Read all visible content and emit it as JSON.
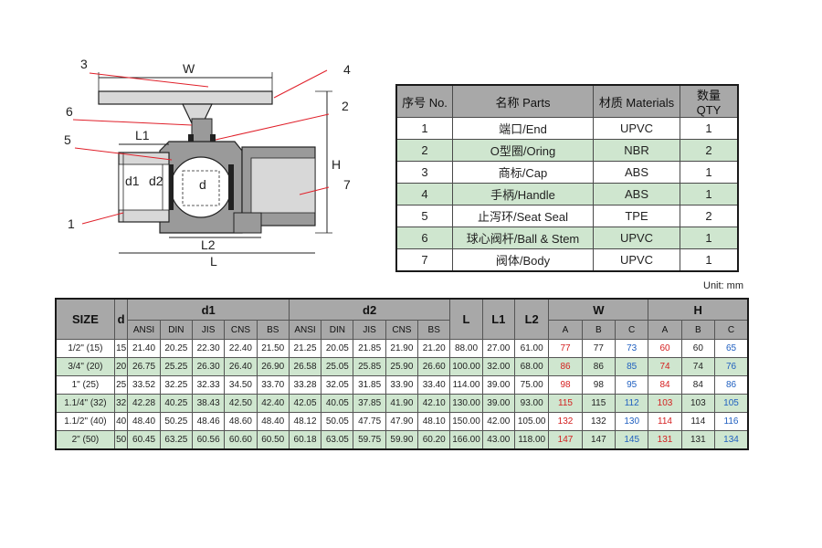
{
  "drawing": {
    "callouts": [
      "1",
      "2",
      "3",
      "4",
      "5",
      "6",
      "7"
    ],
    "dims": {
      "w": "W",
      "h": "H",
      "l": "L",
      "l1": "L1",
      "l2": "L2",
      "d": "d",
      "d1": "d1",
      "d2": "d2"
    },
    "colors": {
      "leader": "#e0202a",
      "line": "#222222",
      "body": "#9a9a9a",
      "body_light": "#d8d8d8"
    }
  },
  "parts_table": {
    "headers": [
      "序号 No.",
      "名称 Parts",
      "材质 Materials",
      "数量 QTY"
    ],
    "rows": [
      {
        "no": "1",
        "name": "端口/End",
        "material": "UPVC",
        "qty": "1"
      },
      {
        "no": "2",
        "name": "O型圈/Oring",
        "material": "NBR",
        "qty": "2"
      },
      {
        "no": "3",
        "name": "商标/Cap",
        "material": "ABS",
        "qty": "1"
      },
      {
        "no": "4",
        "name": "手柄/Handle",
        "material": "ABS",
        "qty": "1"
      },
      {
        "no": "5",
        "name": "止泻环/Seat Seal",
        "material": "TPE",
        "qty": "2"
      },
      {
        "no": "6",
        "name": "球心阀杆/Ball & Stem",
        "material": "UPVC",
        "qty": "1"
      },
      {
        "no": "7",
        "name": "阀体/Body",
        "material": "UPVC",
        "qty": "1"
      }
    ]
  },
  "unit_note": "Unit: mm",
  "size_table": {
    "group_headers": {
      "size": "SIZE",
      "d": "d",
      "d1": "d1",
      "d2": "d2",
      "l": "L",
      "l1": "L1",
      "l2": "L2",
      "w": "W",
      "h": "H"
    },
    "standards": [
      "ANSI",
      "DIN",
      "JIS",
      "CNS",
      "BS"
    ],
    "wh_sub": [
      "A",
      "B",
      "C"
    ],
    "rows": [
      {
        "size": "1/2\" (15)",
        "d": "15",
        "d1": [
          "21.40",
          "20.25",
          "22.30",
          "22.40",
          "21.50"
        ],
        "d2": [
          "21.25",
          "20.05",
          "21.85",
          "21.90",
          "21.20"
        ],
        "l": "88.00",
        "l1": "27.00",
        "l2": "61.00",
        "w": [
          "77",
          "77",
          "73"
        ],
        "h": [
          "60",
          "60",
          "65"
        ]
      },
      {
        "size": "3/4\" (20)",
        "d": "20",
        "d1": [
          "26.75",
          "25.25",
          "26.30",
          "26.40",
          "26.90"
        ],
        "d2": [
          "26.58",
          "25.05",
          "25.85",
          "25.90",
          "26.60"
        ],
        "l": "100.00",
        "l1": "32.00",
        "l2": "68.00",
        "w": [
          "86",
          "86",
          "85"
        ],
        "h": [
          "74",
          "74",
          "76"
        ]
      },
      {
        "size": "1\" (25)",
        "d": "25",
        "d1": [
          "33.52",
          "32.25",
          "32.33",
          "34.50",
          "33.70"
        ],
        "d2": [
          "33.28",
          "32.05",
          "31.85",
          "33.90",
          "33.40"
        ],
        "l": "114.00",
        "l1": "39.00",
        "l2": "75.00",
        "w": [
          "98",
          "98",
          "95"
        ],
        "h": [
          "84",
          "84",
          "86"
        ]
      },
      {
        "size": "1.1/4\" (32)",
        "d": "32",
        "d1": [
          "42.28",
          "40.25",
          "38.43",
          "42.50",
          "42.40"
        ],
        "d2": [
          "42.05",
          "40.05",
          "37.85",
          "41.90",
          "42.10"
        ],
        "l": "130.00",
        "l1": "39.00",
        "l2": "93.00",
        "w": [
          "115",
          "115",
          "112"
        ],
        "h": [
          "103",
          "103",
          "105"
        ]
      },
      {
        "size": "1.1/2\" (40)",
        "d": "40",
        "d1": [
          "48.40",
          "50.25",
          "48.46",
          "48.60",
          "48.40"
        ],
        "d2": [
          "48.12",
          "50.05",
          "47.75",
          "47.90",
          "48.10"
        ],
        "l": "150.00",
        "l1": "42.00",
        "l2": "105.00",
        "w": [
          "132",
          "132",
          "130"
        ],
        "h": [
          "114",
          "114",
          "116"
        ]
      },
      {
        "size": "2\" (50)",
        "d": "50",
        "d1": [
          "60.45",
          "63.25",
          "60.56",
          "60.60",
          "60.50"
        ],
        "d2": [
          "60.18",
          "63.05",
          "59.75",
          "59.90",
          "60.20"
        ],
        "l": "166.00",
        "l1": "43.00",
        "l2": "118.00",
        "w": [
          "147",
          "147",
          "145"
        ],
        "h": [
          "131",
          "131",
          "134"
        ]
      }
    ]
  }
}
